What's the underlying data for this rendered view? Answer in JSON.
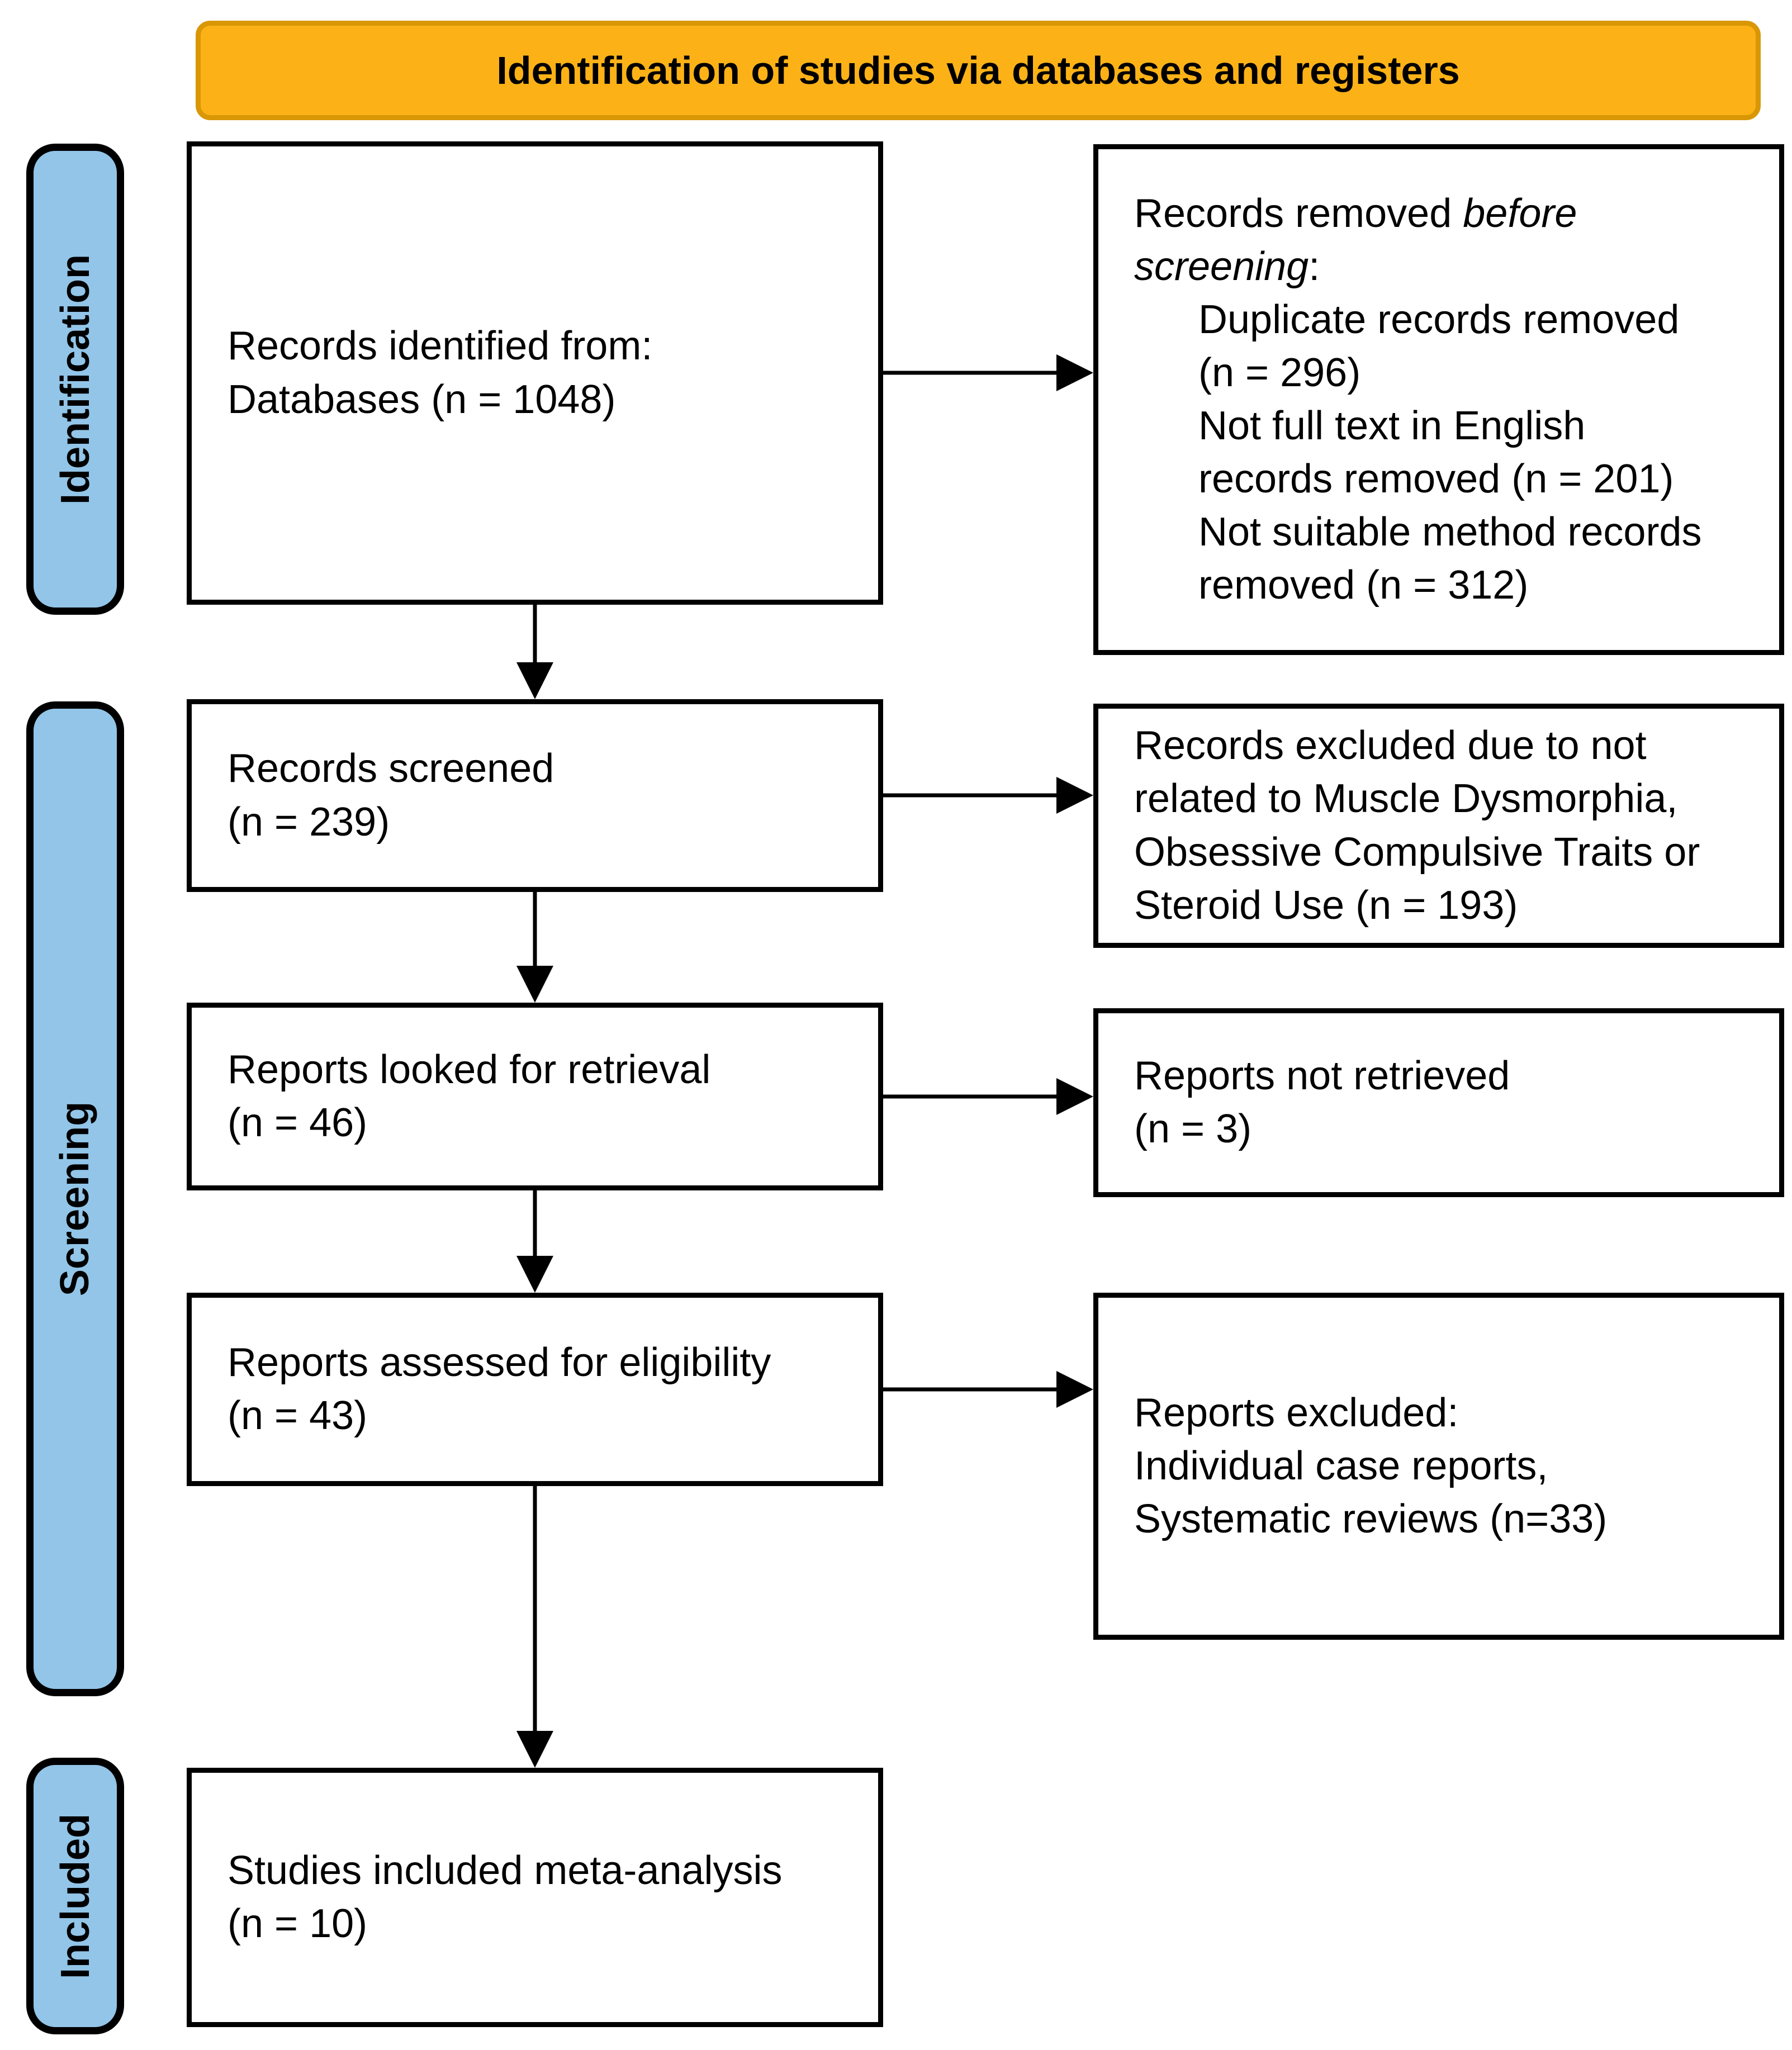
{
  "banner": {
    "title": "Identification of studies via databases and registers"
  },
  "colors": {
    "banner_bg": "#FCB216",
    "banner_border": "#D99706",
    "stage_bg": "#92C5E8",
    "box_border": "#000000"
  },
  "stages": [
    {
      "label": "Identification"
    },
    {
      "label": "Screening"
    },
    {
      "label": "Included"
    }
  ],
  "flow": {
    "identified": {
      "line1": "Records identified from:",
      "line2": "Databases (n = 1048)"
    },
    "removed_before_screening": {
      "intro_prefix": "Records removed ",
      "intro_italic": "before screening",
      "intro_suffix": ":",
      "items": [
        "Duplicate records removed (n = 296)",
        "Not full text in English records removed (n = 201)",
        "Not suitable method records removed (n = 312)"
      ]
    },
    "screened": {
      "line1": "Records screened",
      "line2": "(n = 239)"
    },
    "excluded_not_related": {
      "text": "Records excluded due to not related to Muscle Dysmorphia, Obsessive Compulsive Traits or Steroid Use (n = 193)"
    },
    "looked_for_retrieval": {
      "line1": "Reports looked for retrieval",
      "line2": "(n = 46)"
    },
    "not_retrieved": {
      "line1": "Reports not retrieved",
      "line2": "(n = 3)"
    },
    "assessed": {
      "line1": "Reports assessed for eligibility",
      "line2": "(n = 43)"
    },
    "reports_excluded": {
      "line1": "Reports excluded:",
      "line2": "Individual case reports,",
      "line3": "Systematic reviews (n=33)"
    },
    "included_meta": {
      "line1": "Studies included meta-analysis",
      "line2": "(n = 10)"
    }
  }
}
